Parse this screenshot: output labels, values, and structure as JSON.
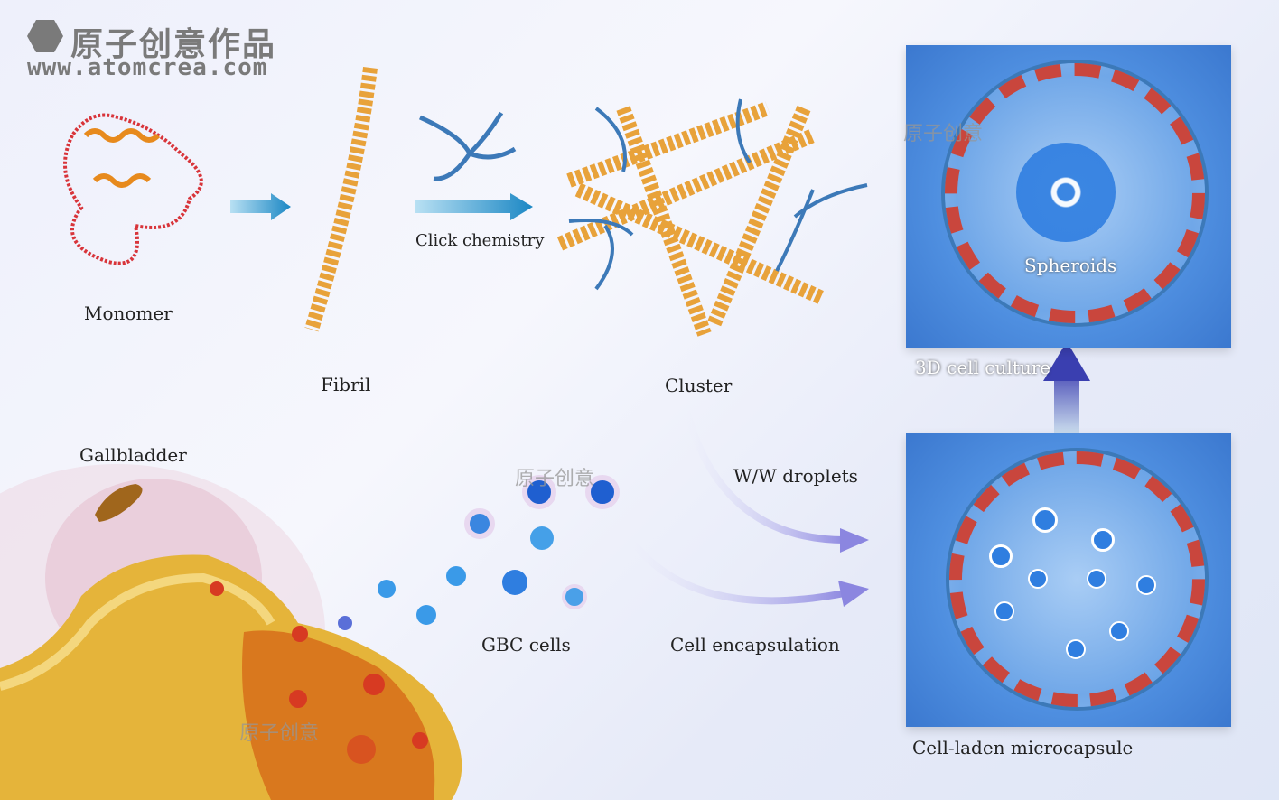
{
  "watermark": {
    "title": "原子创意作品",
    "url": "www.atomcrea.com",
    "small": "原子创意"
  },
  "labels": {
    "monomer": "Monomer",
    "fibril": "Fibril",
    "click_chemistry": "Click chemistry",
    "cluster": "Cluster",
    "spheroids": "Spheroids",
    "culture_3d": "3D cell culture",
    "gallbladder": "Gallbladder",
    "ww_droplets": "W/W droplets",
    "gbc_cells": "GBC cells",
    "cell_encapsulation": "Cell encapsulation",
    "microcapsule": "Cell-laden microcapsule"
  },
  "colors": {
    "fibril": "#e8a23a",
    "linker": "#3c79b8",
    "capsule_shell": "#c9463d",
    "cell": "#2f7ee0",
    "arrow": "#8b86e0"
  }
}
